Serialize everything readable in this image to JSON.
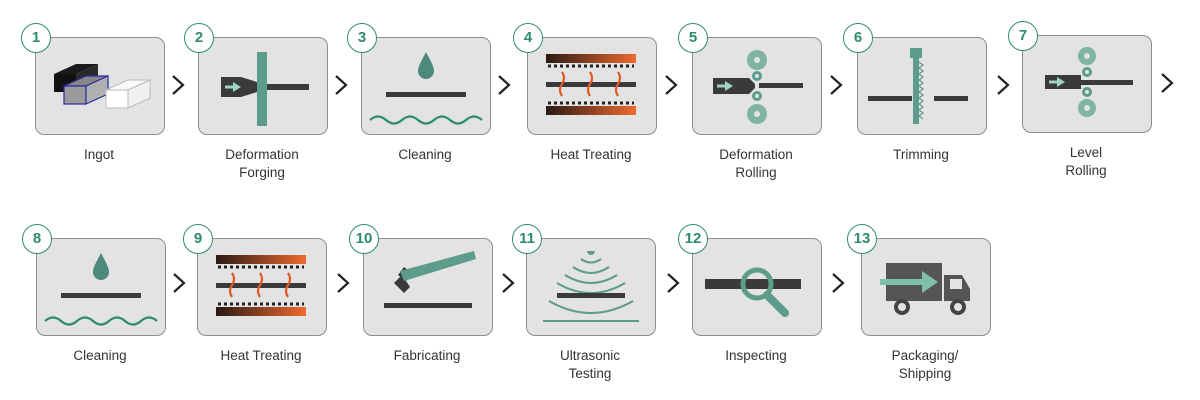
{
  "steps": [
    {
      "num": "1",
      "label": "Ingot",
      "icon": "ingot-icon"
    },
    {
      "num": "2",
      "label": "Deformation\nForging",
      "icon": "forging-icon"
    },
    {
      "num": "3",
      "label": "Cleaning",
      "icon": "cleaning-icon"
    },
    {
      "num": "4",
      "label": "Heat Treating",
      "icon": "heat-treating-icon"
    },
    {
      "num": "5",
      "label": "Deformation\nRolling",
      "icon": "rolling-icon"
    },
    {
      "num": "6",
      "label": "Trimming",
      "icon": "trimming-icon"
    },
    {
      "num": "7",
      "label": "Level\nRolling",
      "icon": "level-rolling-icon"
    },
    {
      "num": "8",
      "label": "Cleaning",
      "icon": "cleaning-icon"
    },
    {
      "num": "9",
      "label": "Heat Treating",
      "icon": "heat-treating-icon"
    },
    {
      "num": "10",
      "label": "Fabricating",
      "icon": "hammer-icon"
    },
    {
      "num": "11",
      "label": "Ultrasonic\nTesting",
      "icon": "ultrasonic-icon"
    },
    {
      "num": "12",
      "label": "Inspecting",
      "icon": "magnifier-icon"
    },
    {
      "num": "13",
      "label": "Packaging/\nShipping",
      "icon": "truck-icon"
    }
  ],
  "colors": {
    "accent_green": "#2e8b6f",
    "icon_teal": "#5d9b8a",
    "icon_dark": "#3a3a3a",
    "heat_orange": "#e2592a",
    "tile_bg": "#e3e3e3",
    "tile_border": "#8e8e8e"
  }
}
